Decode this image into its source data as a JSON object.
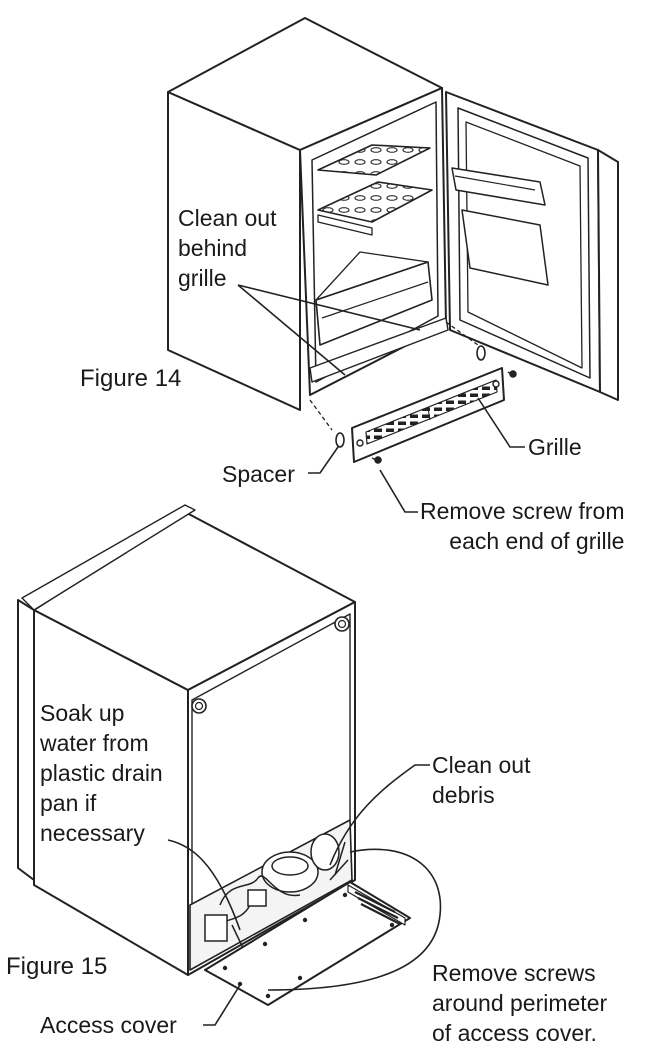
{
  "figure14": {
    "caption": "Figure 14",
    "clean_label": [
      "Clean out",
      "behind",
      "grille"
    ],
    "grille_label": "Grille",
    "spacer_label": "Spacer",
    "screw_label": [
      "Remove screw from",
      "each end of grille"
    ]
  },
  "figure15": {
    "caption": "Figure 15",
    "soak_label": [
      "Soak up",
      "water from",
      "plastic drain",
      "pan if",
      "necessary"
    ],
    "debris_label": [
      "Clean out",
      "debris"
    ],
    "screws_label": [
      "Remove screws",
      "around perimeter",
      "of access cover."
    ],
    "cover_label": "Access cover"
  }
}
